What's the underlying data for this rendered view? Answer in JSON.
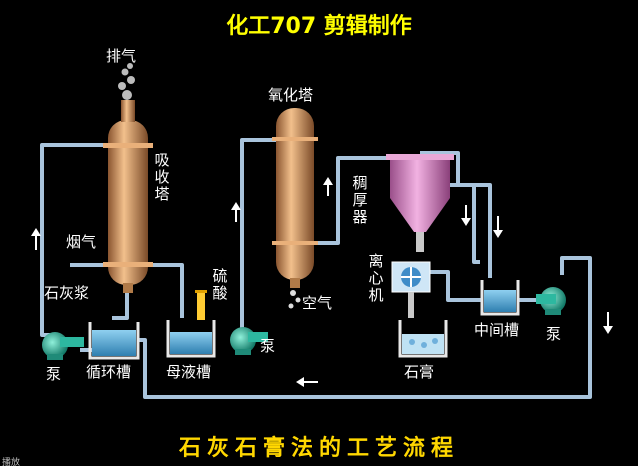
{
  "title": "化工707 剪辑制作",
  "caption": "石灰石膏法的工艺流程",
  "corner_text": "播放",
  "labels": {
    "exhaust": "排气",
    "absorber": "吸收塔",
    "oxidizer": "氧化塔",
    "flue_gas": "烟气",
    "lime_slurry": "石灰浆",
    "sulfuric_acid": "硫酸",
    "air": "空气",
    "thickener": "稠厚器",
    "centrifuge": "离心机",
    "gypsum": "石膏",
    "intermediate_tank": "中间槽",
    "pump_left": "泵",
    "pump_mid": "泵",
    "pump_right": "泵",
    "circulation_tank": "循环槽",
    "mother_liquor_tank": "母液槽"
  },
  "colors": {
    "title": "#ffff00",
    "caption": "#ffd700",
    "pipe": "#a9c4dc",
    "tower": "#c88a55",
    "pump": "#2db8a0",
    "thickener": "#d87fbf",
    "arrow": "#ffffff"
  }
}
